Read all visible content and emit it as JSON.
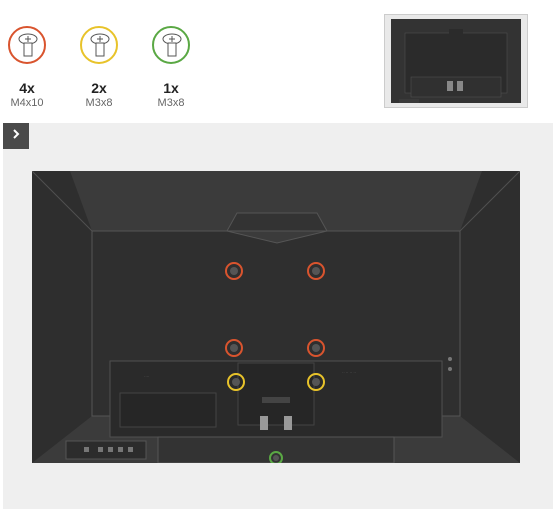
{
  "screws": [
    {
      "qty": "4x",
      "size": "M4x10",
      "ring_color": "#d9542e"
    },
    {
      "qty": "2x",
      "size": "M3x8",
      "ring_color": "#e8c32a"
    },
    {
      "qty": "1x",
      "size": "M3x8",
      "ring_color": "#5aa844"
    }
  ],
  "nav": {
    "next_icon": "chevron-right-icon"
  },
  "colors": {
    "monitor_body": "#353535",
    "panel": "#2f2f2f",
    "stage_bg": "#efefef"
  }
}
